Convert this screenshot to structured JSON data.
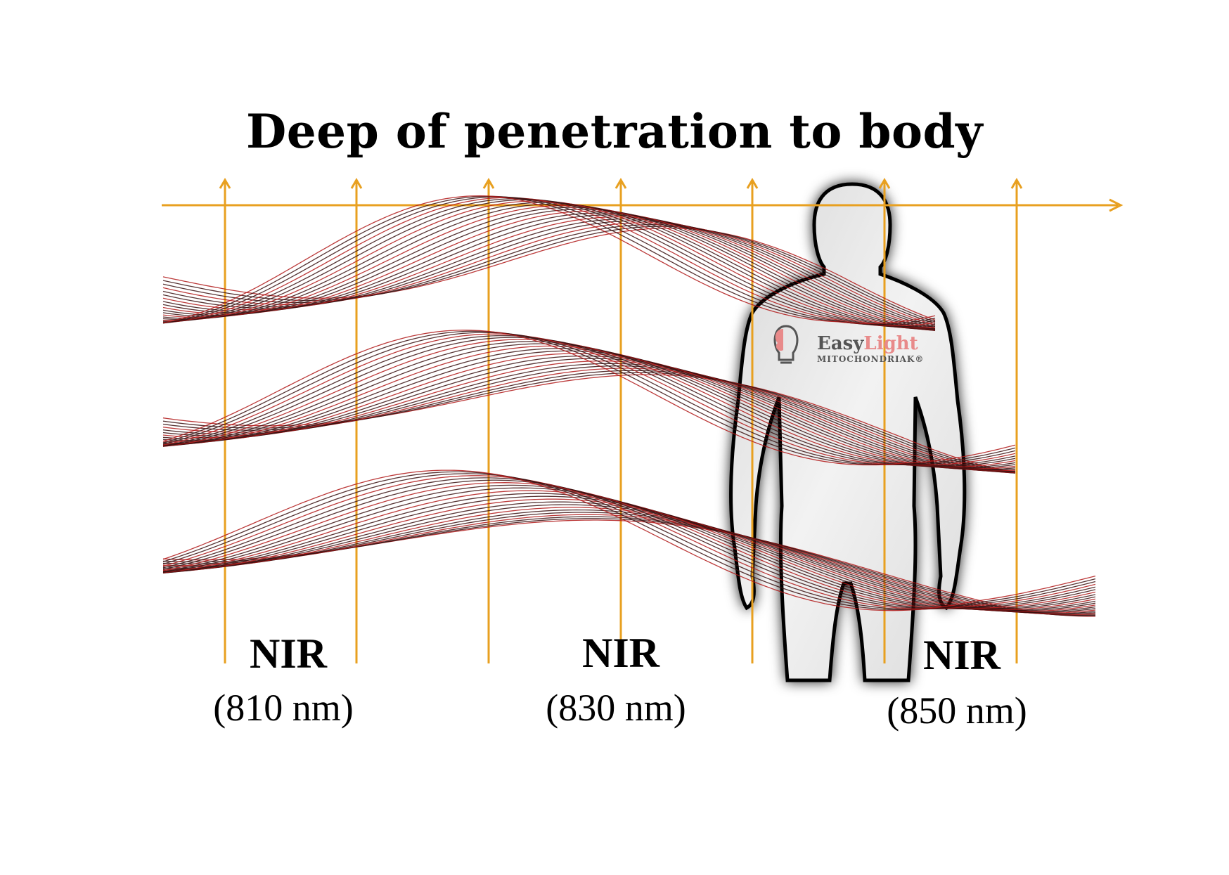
{
  "title": "Deep of penetration to body",
  "labels": [
    {
      "band": "NIR",
      "wavelength": "(810 nm)"
    },
    {
      "band": "NIR",
      "wavelength": "(830 nm)"
    },
    {
      "band": "NIR",
      "wavelength": "(850 nm)"
    }
  ],
  "logo": {
    "name_part1": "Easy",
    "name_part2": "Light",
    "subtitle": "MITOCHONDRIAK®"
  },
  "colors": {
    "axis": "#e8a020",
    "wave_dark": "#3a1010",
    "wave_red": "#b01818",
    "body_fill": "#e4e4e4",
    "body_outline": "#000000"
  },
  "icons": {
    "logo": "brain-bulb-icon",
    "figure": "human-body-icon"
  }
}
